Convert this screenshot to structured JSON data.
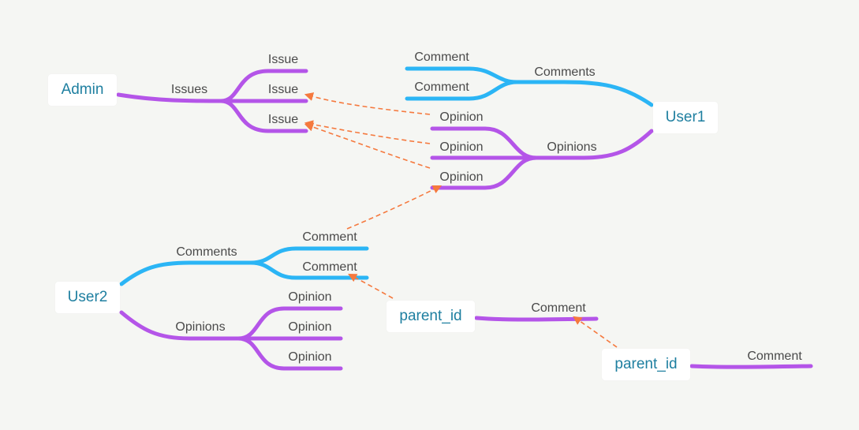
{
  "colors": {
    "purple_branch": "#b455e8",
    "blue_branch": "#2bb5f5",
    "reference_arrow": "#f5793e",
    "node_text": "#1e7fa0",
    "label_text": "#4a4a4a",
    "background": "#f5f6f3"
  },
  "nodes": {
    "admin": "Admin",
    "user1": "User1",
    "user2": "User2",
    "parent_id_1": "parent_id",
    "parent_id_2": "parent_id"
  },
  "admin_branch": {
    "issues_label": "Issues",
    "issues": [
      "Issue",
      "Issue",
      "Issue"
    ]
  },
  "user1_branch": {
    "comments_label": "Comments",
    "comments": [
      "Comment",
      "Comment"
    ],
    "opinions_label": "Opinions",
    "opinions": [
      "Opinion",
      "Opinion",
      "Opinion"
    ]
  },
  "user2_branch": {
    "comments_label": "Comments",
    "comments": [
      "Comment",
      "Comment"
    ],
    "opinions_label": "Opinions",
    "opinions": [
      "Opinion",
      "Opinion",
      "Opinion"
    ]
  },
  "parent1_branch": {
    "comment": "Comment"
  },
  "parent2_branch": {
    "comment": "Comment"
  }
}
